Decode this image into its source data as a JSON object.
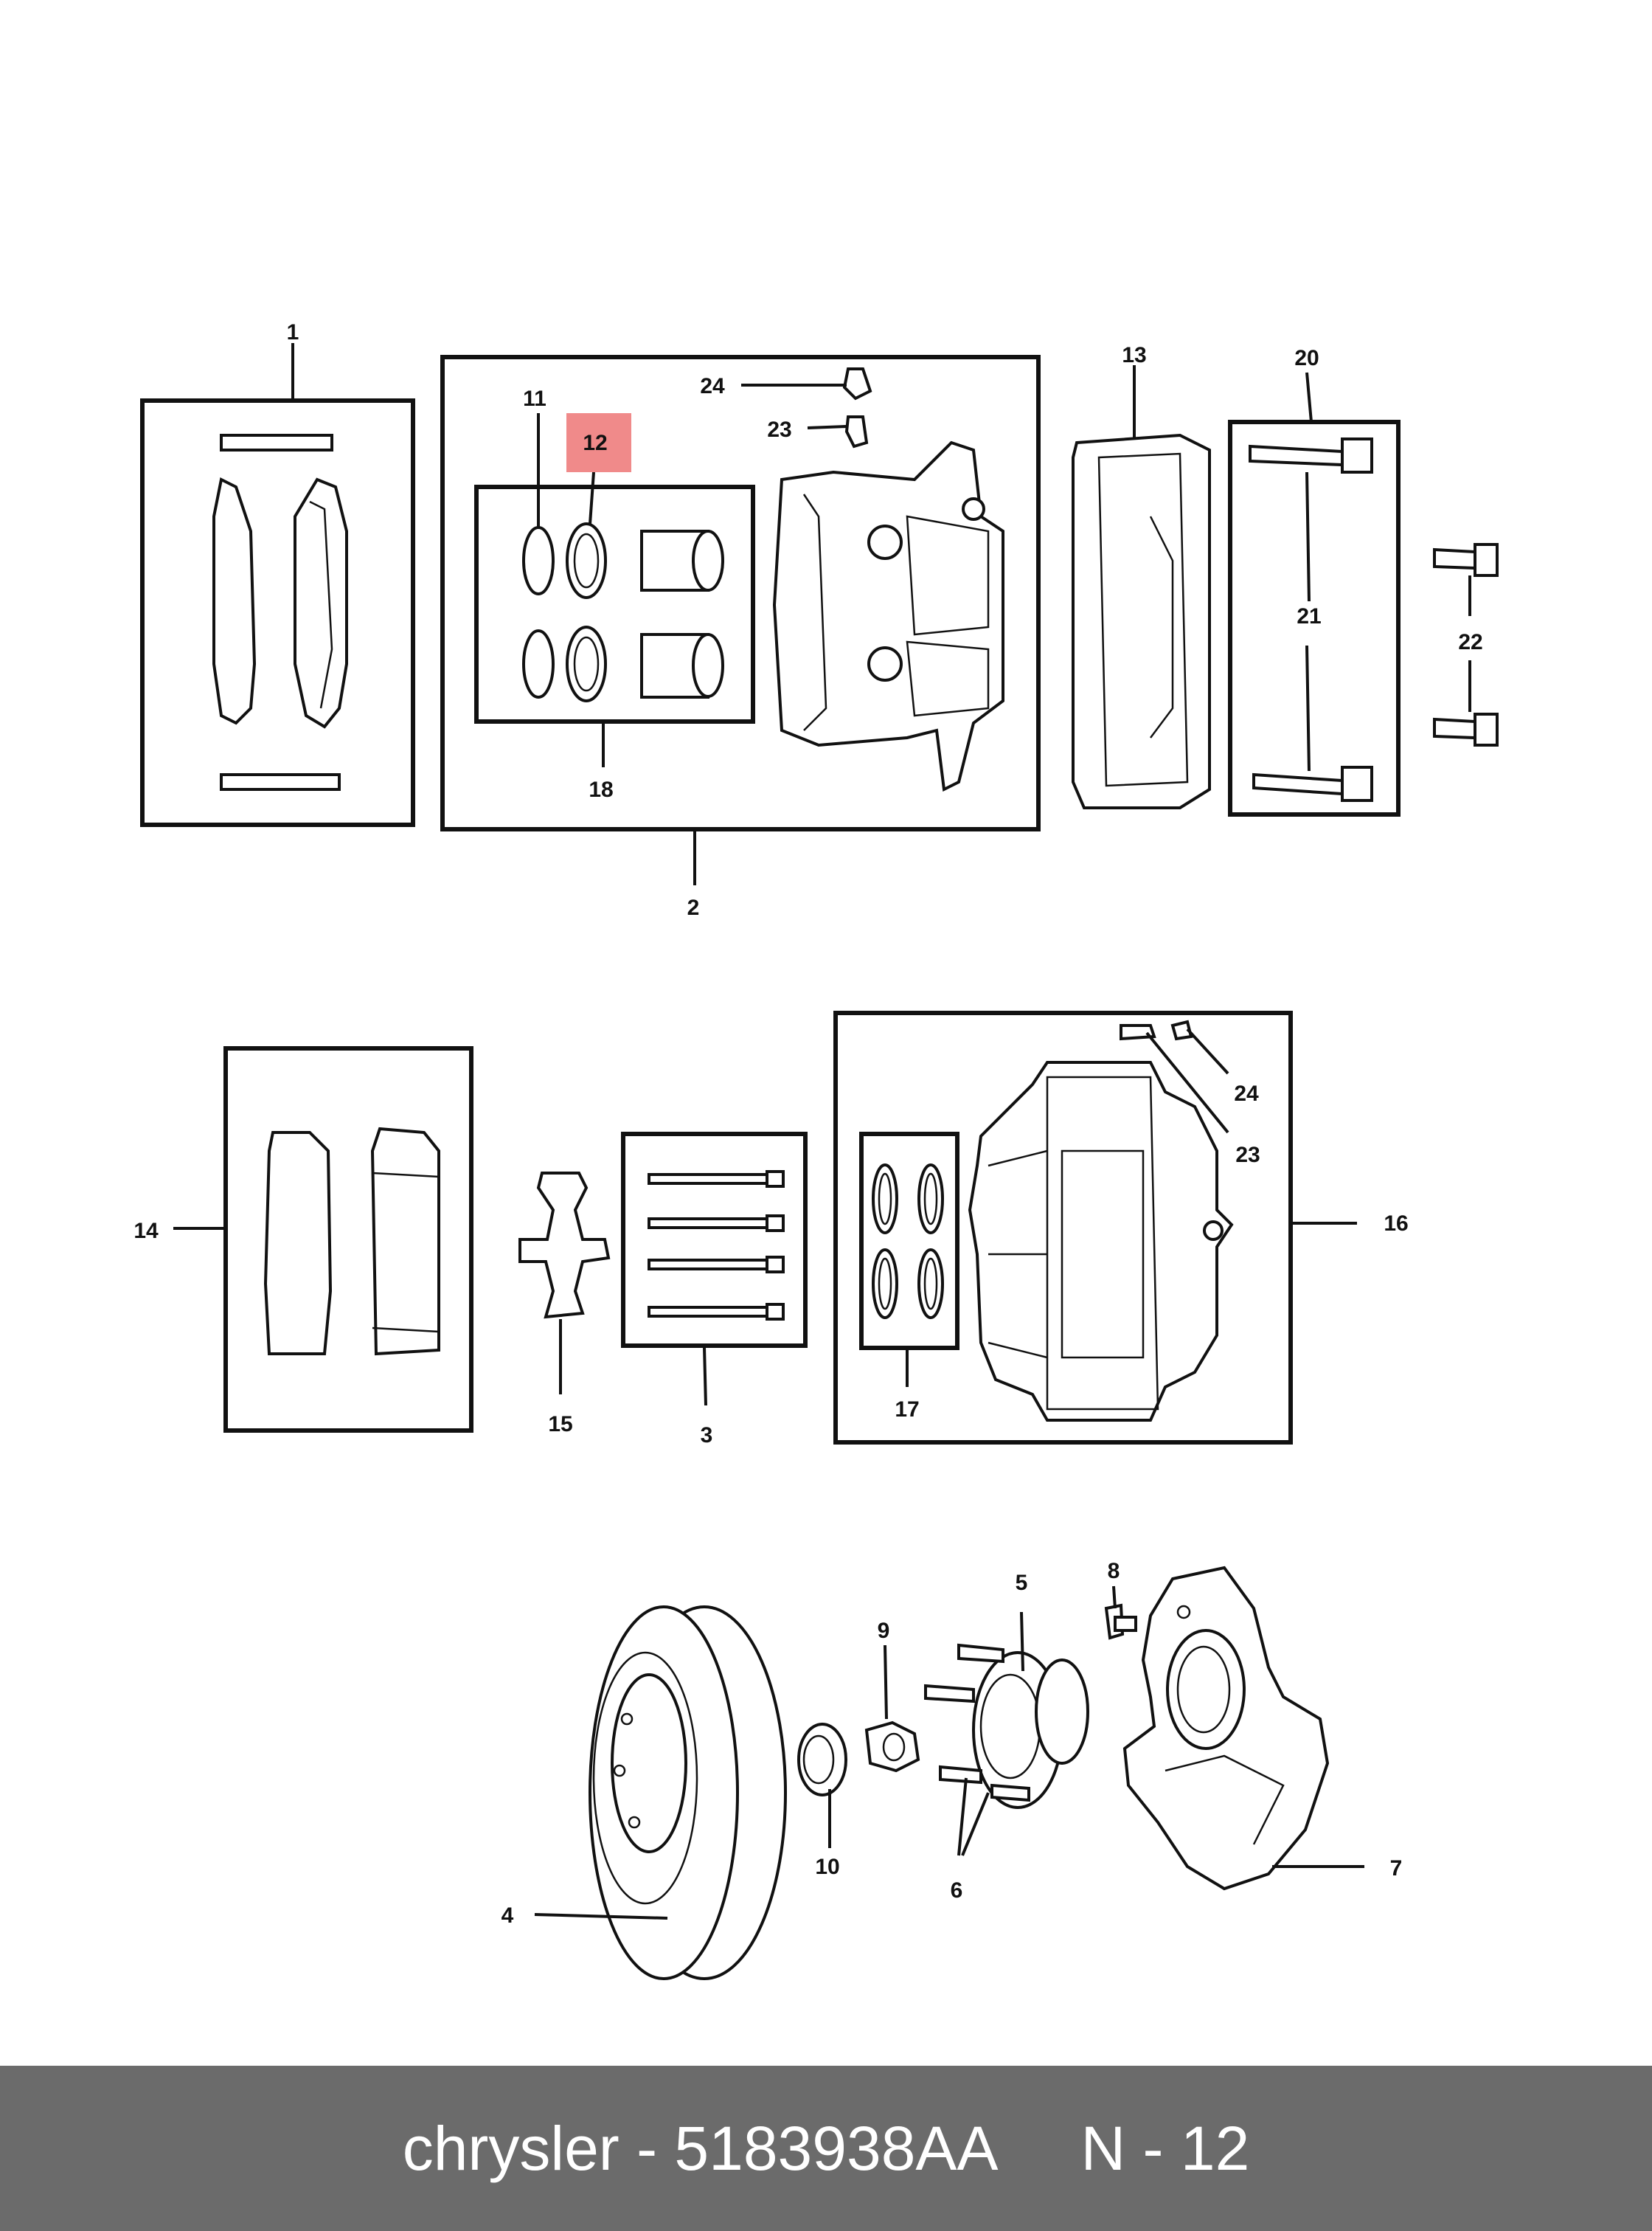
{
  "diagram": {
    "callouts": {
      "c1": "1",
      "c2": "2",
      "c3": "3",
      "c4": "4",
      "c5": "5",
      "c6": "6",
      "c7": "7",
      "c8": "8",
      "c9": "9",
      "c10": "10",
      "c11": "11",
      "c12": "12",
      "c13": "13",
      "c14": "14",
      "c15": "15",
      "c16": "16",
      "c17": "17",
      "c18": "18",
      "c20": "20",
      "c21": "21",
      "c22": "22",
      "c23a": "23",
      "c24a": "24",
      "c23b": "23",
      "c24b": "24"
    },
    "highlight_color": "#f08a8a"
  },
  "footer": {
    "text": "chrysler - 5183938AA     N - 12",
    "background": "#6b6b6b"
  }
}
